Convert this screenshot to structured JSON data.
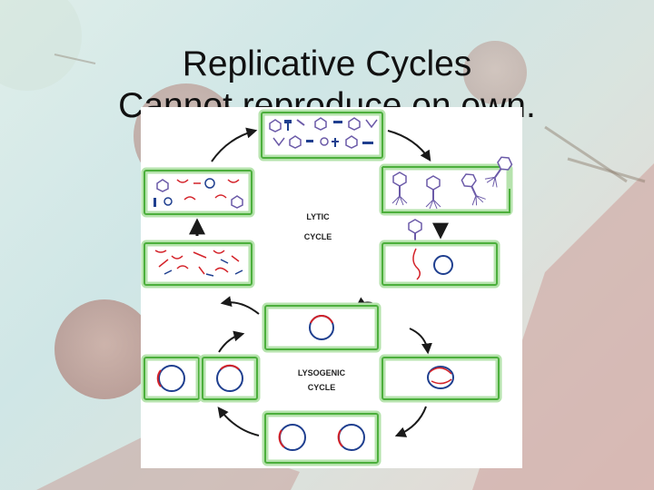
{
  "slide": {
    "title_line1": "Replicative Cycles",
    "title_line2": "Cannot reproduce on own."
  },
  "diagram": {
    "lytic_label_line1": "LYTIC",
    "lytic_label_line2": "CYCLE",
    "lysogenic_label_line1": "LYSOGENIC",
    "lysogenic_label_line2": "CYCLE"
  },
  "colors": {
    "cell_border": "#4caf3c",
    "cell_glow": "#b6e3ad",
    "arrow": "#1a1a1a",
    "dna_red": "#d4232a",
    "chromosome_blue": "#1f3f8f",
    "phage_purple": "#6b5aa8"
  }
}
